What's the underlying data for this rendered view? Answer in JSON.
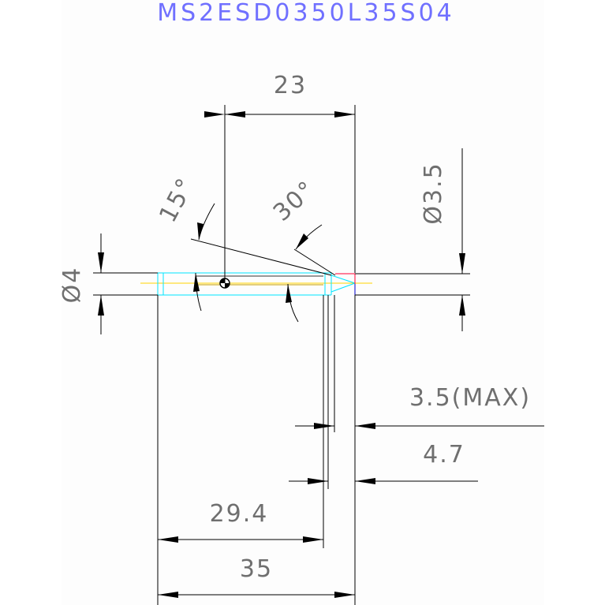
{
  "drawing": {
    "part_number": "MS2ESD0350L35S04",
    "dims": {
      "overall_length": "35",
      "flute_length": "29.4",
      "tip_length_max": "3.5(MAX)",
      "tip_length": "4.7",
      "dim_23": "23",
      "shank_dia": "Ø4",
      "tip_dia": "Ø3.5",
      "angle_15": "15°",
      "angle_30": "30°"
    },
    "colors": {
      "title": "#7070ff",
      "dim_line": "#000000",
      "dim_text": "#6f6f6f",
      "tool_outline": "#00e5ff",
      "centerline": "#ffd400",
      "tip_accent": "#ff0033",
      "tip_line": "#0000cc"
    }
  }
}
